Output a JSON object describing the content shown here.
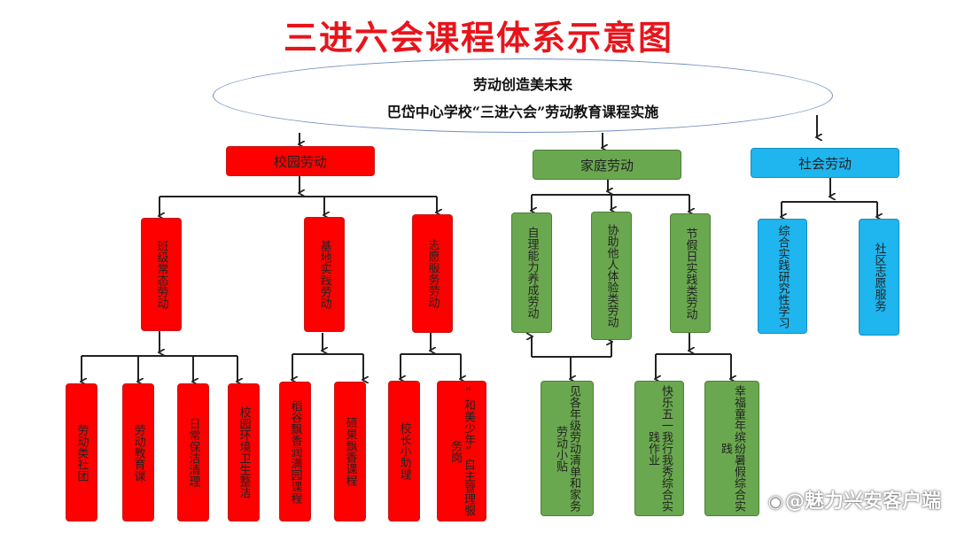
{
  "title": "三进六会课程体系示意图",
  "root": {
    "line1": "劳动创造美未来",
    "line2": "巴岱中心学校“三进六会”劳动教育课程实施"
  },
  "branches": {
    "campus": {
      "label": "校园劳动",
      "subs": [
        {
          "label": "班级常态劳动",
          "items": [
            "劳动类社团",
            "劳动教育课",
            "日常保洁清理",
            "校园环境卫生整洁"
          ]
        },
        {
          "label": "基地实践劳动",
          "items": [
            "稻谷飘香润满园课程",
            "硕果飘香课程"
          ]
        },
        {
          "label": "志愿服务劳动",
          "items": [
            "校长小助理",
            "“和美少年”自主管理服务岗"
          ]
        }
      ]
    },
    "family": {
      "label": "家庭劳动",
      "subs": [
        {
          "label": "自理能力养成劳动"
        },
        {
          "label": "协助他人体验类劳动"
        },
        {
          "label": "节假日实践类劳动"
        }
      ],
      "items": [
        "见各年级劳动清单和家务劳动小贴",
        "快乐五一我行我秀综合实践作业",
        "幸福童年缤纷暑假综合实践"
      ]
    },
    "society": {
      "label": "社会劳动",
      "subs": [
        {
          "label": "综合实践研究性学习"
        },
        {
          "label": "社区志愿服务"
        }
      ]
    }
  },
  "watermark": "@魅力兴安客户端",
  "watermark_icon": "weibo-icon",
  "colors": {
    "title": "#e8141b",
    "red": "#ff0000",
    "green": "#6aa84f",
    "blue": "#1fb5ee",
    "ellipse_border": "#6f8fc0"
  }
}
